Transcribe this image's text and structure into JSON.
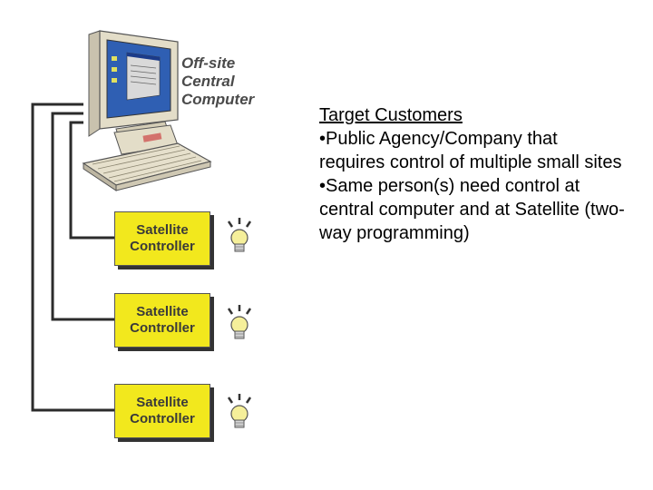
{
  "computer": {
    "label_lines": [
      "Off-site",
      "Central",
      "Computer"
    ]
  },
  "controllers": [
    {
      "line1": "Satellite",
      "line2": "Controller"
    },
    {
      "line1": "Satellite",
      "line2": "Controller"
    },
    {
      "line1": "Satellite",
      "line2": "Controller"
    }
  ],
  "text": {
    "heading": "Target Customers",
    "bullets": [
      "•Public Agency/Company that requires control of multiple small sites",
      "•Same person(s) need control at central computer and at Satellite (two-way programming)"
    ]
  },
  "colors": {
    "controller_fill": "#f2e81d",
    "bulb_fill": "#f5ef9a",
    "line": "#2b2b2b"
  }
}
